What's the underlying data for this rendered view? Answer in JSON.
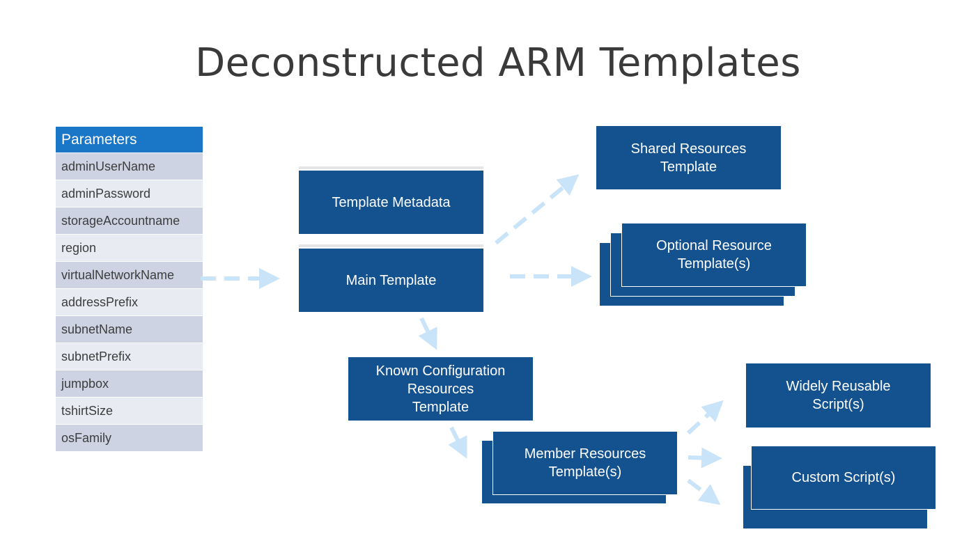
{
  "title": "Deconstructed ARM Templates",
  "parameters": {
    "header": "Parameters",
    "items": [
      "adminUserName",
      "adminPassword",
      "storageAccountname",
      "region",
      "virtualNetworkName",
      "addressPrefix",
      "subnetName",
      "subnetPrefix",
      "jumpbox",
      "tshirtSize",
      "osFamily"
    ]
  },
  "boxes": {
    "template_metadata": "Template Metadata",
    "main_template": "Main Template",
    "shared_resources": "Shared Resources\nTemplate",
    "optional_resource": "Optional Resource\nTemplate(s)",
    "known_configuration": "Known Configuration\nResources\nTemplate",
    "member_resources": "Member Resources\nTemplate(s)",
    "widely_reusable": "Widely Reusable\nScript(s)",
    "custom_script": "Custom Script(s)"
  },
  "colors": {
    "box": "#14518f",
    "header": "#1a76c6",
    "row_odd": "#cdd3e3",
    "row_even": "#e8ebf2",
    "arrow": "#c9e3f8"
  }
}
